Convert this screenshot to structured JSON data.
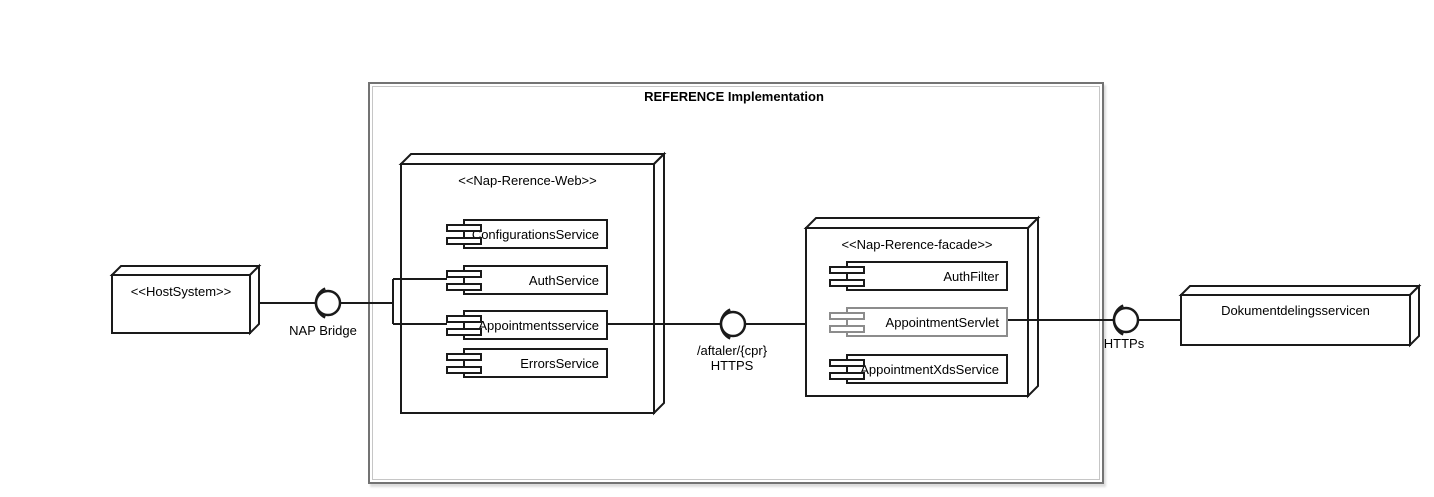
{
  "diagram": {
    "boundary": {
      "title": "REFERENCE Implementation"
    },
    "nodes": {
      "host": {
        "stereotype": "<<HostSystem>>"
      },
      "web": {
        "stereotype": "<<Nap-Rerence-Web>>",
        "components": [
          "ConfigurationsService",
          "AuthService",
          "Appointmentsservice",
          "ErrorsService"
        ]
      },
      "facade": {
        "stereotype": "<<Nap-Rerence-facade>>",
        "components": [
          "AuthFilter",
          "AppointmentServlet",
          "AppointmentXdsService"
        ]
      },
      "external": {
        "label": "Dokumentdelingsservicen"
      }
    },
    "interfaces": {
      "nap_bridge": {
        "label": "NAP Bridge"
      },
      "aftaler": {
        "label": "/aftaler/{cpr}",
        "protocol": "HTTPS"
      },
      "https": {
        "label": "HTTPs"
      }
    },
    "colors": {
      "line": "#1a1a1a",
      "boundary_border_outer": "#737373",
      "boundary_border_inner": "#c6c6c6",
      "muted_component_border": "#8c8c8c",
      "background": "#ffffff"
    }
  }
}
